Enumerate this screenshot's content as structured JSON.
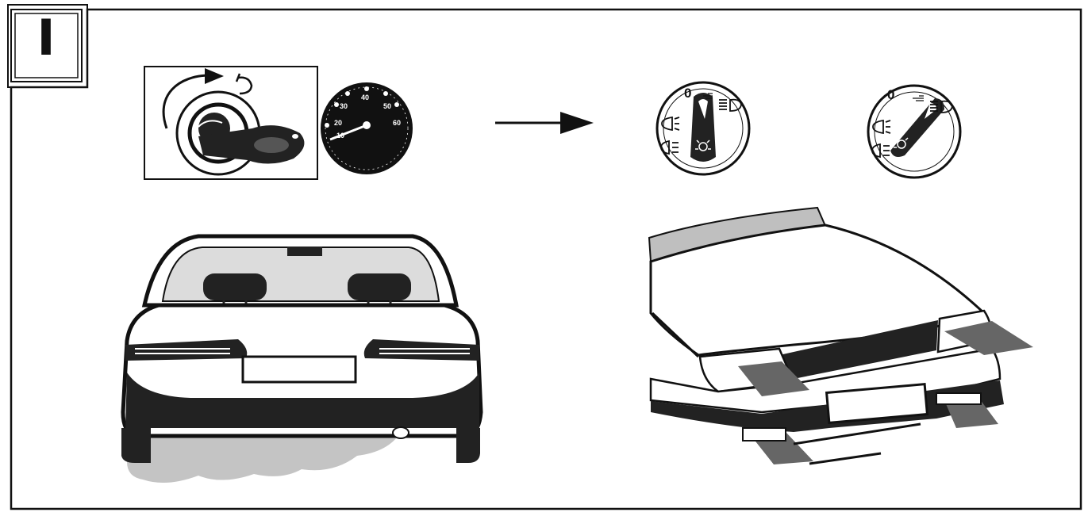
{
  "panel": {
    "label": "I",
    "colors": {
      "ink": "#111111",
      "smoke": "#c4c4c4",
      "glass": "#dcdcdc",
      "hood_stripe": "#bfbfbf",
      "paper": "#ffffff"
    }
  },
  "ignition": {
    "icons": [
      "rotate-arrow-icon",
      "headlight-d-icon",
      "ignition-key-icon"
    ]
  },
  "speedometer": {
    "tick_labels": [
      "20",
      "30",
      "40",
      "50",
      "60",
      "10"
    ]
  },
  "light_switches": [
    {
      "state": "center",
      "zero_label": "0",
      "icons": [
        "parking-light-icon",
        "low-beam-icon",
        "fog-light-icon",
        "rear-fog-icon",
        "headlight-icon"
      ]
    },
    {
      "state": "rotated",
      "zero_label": "0",
      "icons": [
        "parking-light-icon",
        "low-beam-icon",
        "fog-light-icon",
        "rear-fog-icon",
        "headlight-icon"
      ]
    }
  ],
  "sequence_arrow": "arrow-right-icon"
}
